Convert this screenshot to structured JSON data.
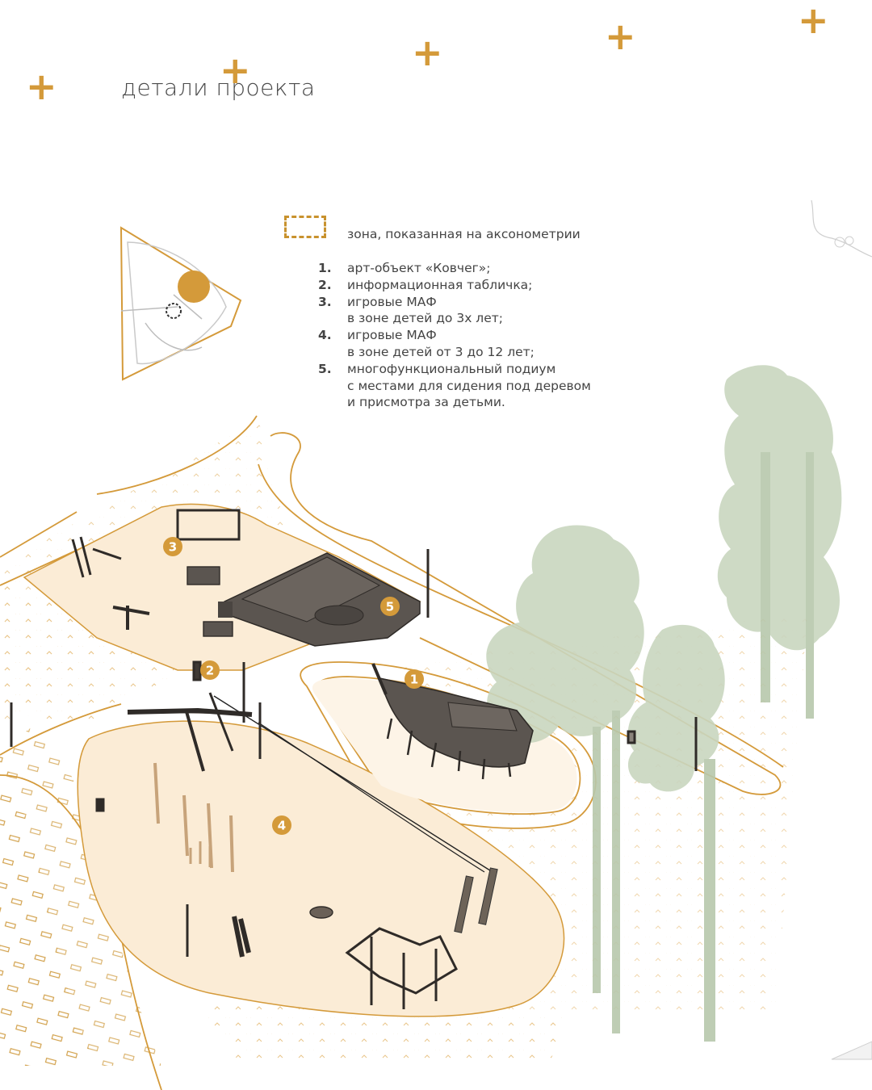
{
  "page": {
    "title": "детали проекта",
    "accent_color": "#d49a3a",
    "tree_color": "#c9d6bf",
    "zone_fill": "#fbecd6",
    "object_color": "#555049"
  },
  "legend": {
    "zone_label": "зона, показанная на аксонометрии",
    "items": [
      {
        "num": "1.",
        "text": "арт-объект «Ковчег»;"
      },
      {
        "num": "2.",
        "text": "информационная табличка;"
      },
      {
        "num": "3.",
        "text": "игровые МАФ\nв зоне детей до 3х лет;"
      },
      {
        "num": "4.",
        "text": "игровые МАФ\nв зоне детей от 3 до 12 лет;"
      },
      {
        "num": "5.",
        "text": "многофункциональный подиум\nс местами для сидения под деревом\nи присмотра за детьми."
      }
    ]
  },
  "markers": [
    "1",
    "2",
    "3",
    "4",
    "5"
  ],
  "icons": [
    "plus-icon",
    "keymap-icon",
    "tree-icon",
    "ark-icon",
    "podium-icon",
    "lamp-icon"
  ]
}
